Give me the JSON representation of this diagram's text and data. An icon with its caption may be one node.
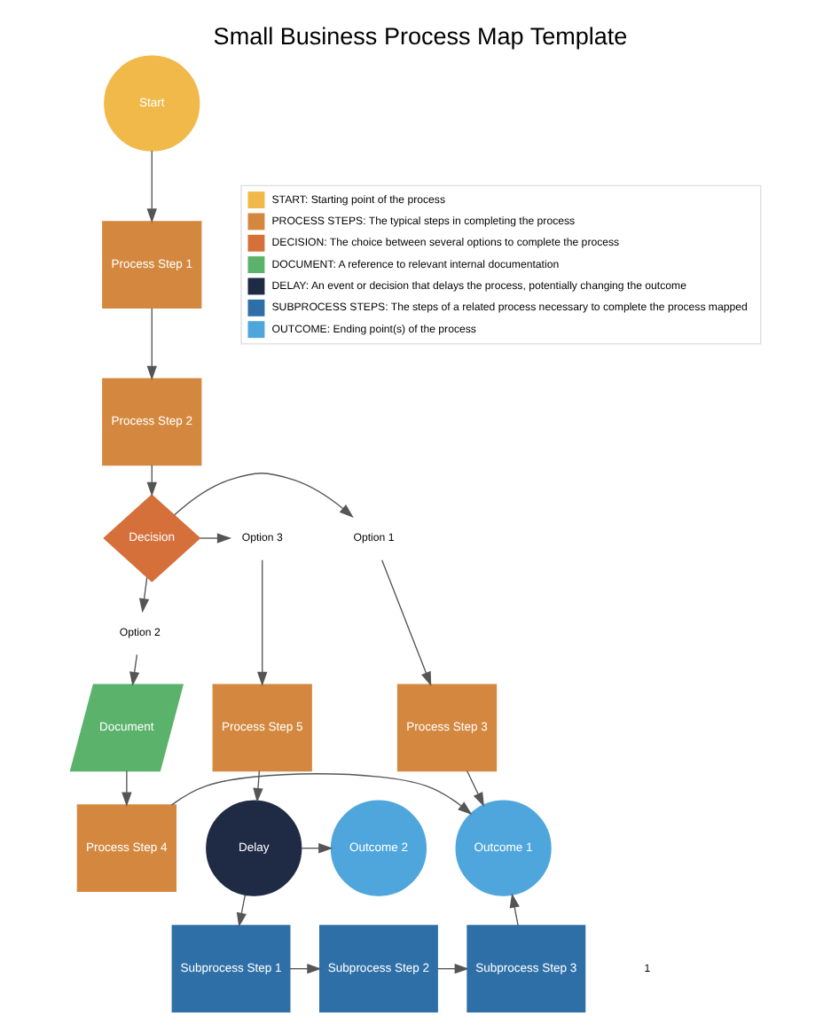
{
  "diagram": {
    "title": "Small Business Process Map Template",
    "nodes": [
      {
        "text": [
          "Start"
        ]
      },
      {
        "text": [
          "Process Step 1"
        ]
      },
      {
        "text": [
          "Process Step 2"
        ]
      },
      {
        "text": [
          "Decision"
        ]
      },
      {
        "text": [
          "Option 1"
        ]
      },
      {
        "text": [
          "Option 2"
        ]
      },
      {
        "text": [
          "Option 3"
        ]
      },
      {
        "text": [
          "Process Step 3"
        ]
      },
      {
        "text": [
          "Document"
        ]
      },
      {
        "text": [
          "Process Step 5"
        ]
      },
      {
        "text": [
          "Outcome 1"
        ]
      },
      {
        "text": [
          "Process Step 4"
        ]
      },
      {
        "text": [
          "Delay"
        ]
      },
      {
        "text": [
          "Outcome 2"
        ]
      },
      {
        "text": [
          "Subprocess Step 3"
        ]
      },
      {
        "text": [
          "Subprocess Step 2"
        ]
      },
      {
        "text": [
          "Subprocess Step 1"
        ]
      }
    ],
    "edges": [
      {
        "from": 0,
        "to": 1,
        "arrow": "to"
      },
      {
        "from": 1,
        "to": 2,
        "arrow": "to"
      },
      {
        "from": 2,
        "to": 3,
        "arrow": "to"
      },
      {
        "from": 3,
        "to": 4,
        "arrow": "to"
      },
      {
        "from": 3,
        "to": 5,
        "arrow": "to"
      },
      {
        "from": 3,
        "to": 6,
        "arrow": "to"
      },
      {
        "from": 4,
        "to": 7,
        "arrow": "to"
      },
      {
        "from": 5,
        "to": 8,
        "arrow": "to"
      },
      {
        "from": 6,
        "to": 9,
        "arrow": "to"
      },
      {
        "from": 7,
        "to": 10,
        "arrow": "to"
      },
      {
        "from": 8,
        "to": 11,
        "arrow": "to"
      },
      {
        "from": 11,
        "to": 10,
        "arrow": "to"
      },
      {
        "from": 9,
        "to": 12,
        "arrow": "to"
      },
      {
        "from": 12,
        "to": 13,
        "arrow": "to"
      },
      {
        "from": 12,
        "to": 16,
        "arrow": "to"
      },
      {
        "from": 16,
        "to": 15,
        "arrow": "to"
      },
      {
        "from": 15,
        "to": 14,
        "arrow": "to"
      },
      {
        "from": 14,
        "to": 10,
        "arrow": "to"
      }
    ],
    "labels": [
      "1"
    ],
    "legend": [
      {
        "text": "START: Starting point of the process",
        "color": "#f0b94a"
      },
      {
        "text": "PROCESS STEPS: The typical steps in completing the process",
        "color": "#d4883f"
      },
      {
        "text": "DECISION: The choice between several options to complete the process",
        "color": "#d5703a"
      },
      {
        "text": "DOCUMENT: A reference to relevant internal documentation",
        "color": "#5bb26b"
      },
      {
        "text": "DELAY: An event or decision that delays the process, potentially changing the outcome",
        "color": "#1f2a44"
      },
      {
        "text": "SUBPROCESS STEPS: The steps of a related process necessary to complete the process mapped",
        "color": "#2f6fa8"
      },
      {
        "text": "OUTCOME: Ending point(s) of the process",
        "color": "#4fa6dc"
      }
    ]
  }
}
